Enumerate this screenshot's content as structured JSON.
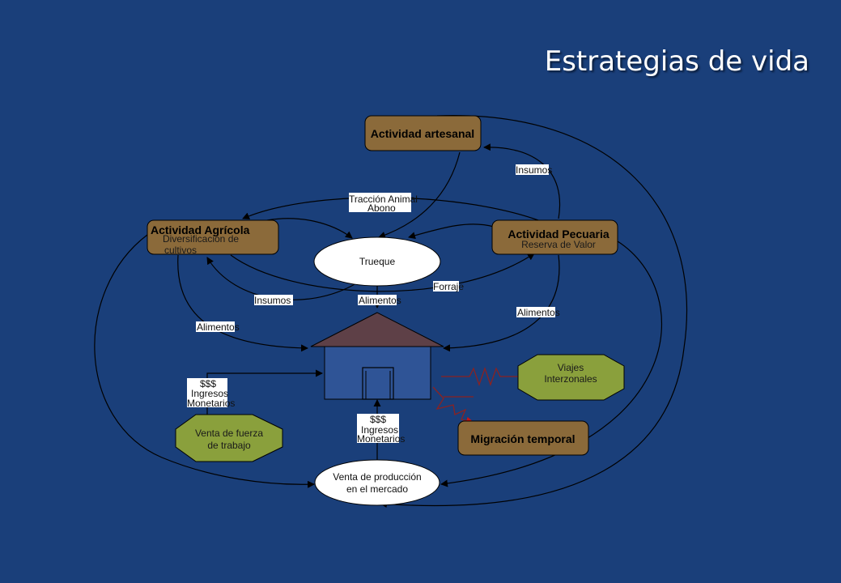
{
  "slide": {
    "title": "Estrategias de vida",
    "colors": {
      "background": "#1a3f7a",
      "activity_box": "#8b6a3a",
      "octagon": "#8aa03c",
      "house_roof": "#5e4047",
      "house_body": "#2f5496",
      "red_arrow": "#cc1111"
    }
  },
  "nodes": {
    "artesanal": {
      "title": "Actividad artesanal"
    },
    "agricola": {
      "title": "Actividad Agrícola",
      "subtitle_line1": "Diversificación de",
      "subtitle_line2": "cultivos"
    },
    "pecuaria": {
      "title": "Actividad Pecuaria",
      "subtitle": "Reserva de Valor"
    },
    "trueque": {
      "label": "Trueque"
    },
    "venta_produccion": {
      "line1": "Venta de producción",
      "line2": "en el mercado"
    },
    "venta_fuerza": {
      "line1": "Venta de fuerza",
      "line2": "de trabajo"
    },
    "viajes": {
      "line1": "Viajes",
      "line2": "Interzonales"
    },
    "migracion": {
      "title": "Migración temporal"
    }
  },
  "edge_labels": {
    "insumos_top": "Insumos",
    "traccion": "Tracción Animal",
    "abono": "Abono",
    "forraje": "Forraje",
    "insumos_left": "Insumos",
    "alimentos_center": "Alimentos",
    "alimentos_right": "Alimentos",
    "alimentos_left": "Alimentos",
    "left_money": {
      "line1": "$$$",
      "line2": "Ingresos",
      "line3": "Monetarios"
    },
    "center_money": {
      "line1": "$$$",
      "line2": "Ingresos",
      "line3": "Monetarios"
    }
  }
}
